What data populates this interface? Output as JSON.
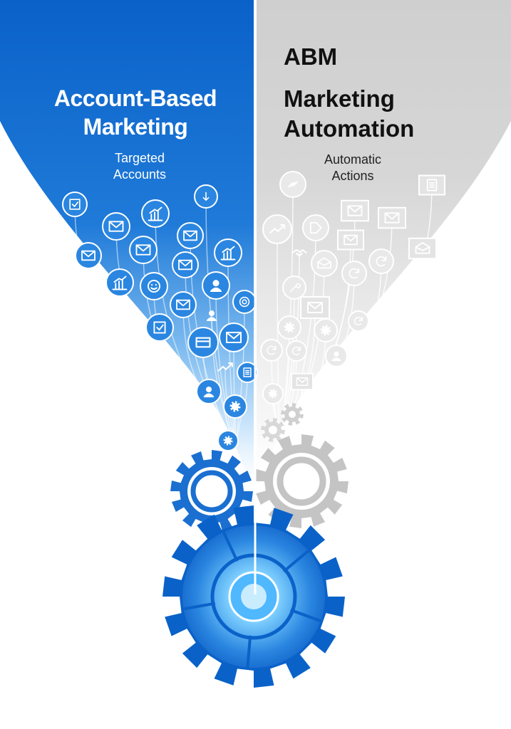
{
  "left": {
    "title_line1": "Account-Based",
    "title_line2": "Marketing",
    "subtitle_line1": "Targeted",
    "subtitle_line2": "Accounts"
  },
  "right": {
    "tag": "ABM",
    "title_line1": "Marketing",
    "title_line2": "Automation",
    "subtitle_line1": "Automatic",
    "subtitle_line2": "Actions"
  },
  "colors": {
    "blue_dark": "#0a62c9",
    "blue_mid": "#2a86e0",
    "blue_light": "#9fd0ff",
    "gray": "#cfcfcf",
    "gray_dark": "#bdbdbd",
    "white": "#ffffff"
  },
  "icons": {
    "left": [
      "checklist-icon",
      "envelope-icon",
      "bar-chart-icon",
      "envelope-icon",
      "arrow-down-icon",
      "envelope-icon",
      "envelope-icon",
      "envelope-icon",
      "bar-chart-icon",
      "bar-chart-icon",
      "face-icon",
      "person-icon",
      "envelope-icon",
      "person-icon",
      "target-icon",
      "checklist-icon",
      "card-icon",
      "envelope-icon",
      "trend-icon",
      "document-icon",
      "person-icon",
      "gear-icon",
      "gear-icon"
    ],
    "right": [
      "link-icon",
      "document-icon",
      "envelope-icon",
      "envelope-icon",
      "trend-icon",
      "tag-icon",
      "envelope-icon",
      "mail-open-icon",
      "handshake-icon",
      "mail-open-icon",
      "refresh-icon",
      "refresh-icon",
      "tools-icon",
      "envelope-icon",
      "gear-icon",
      "gear-icon",
      "refresh-icon",
      "person-icon",
      "refresh-icon",
      "refresh-icon",
      "envelope-icon",
      "gear-icon",
      "gear-icon"
    ]
  }
}
